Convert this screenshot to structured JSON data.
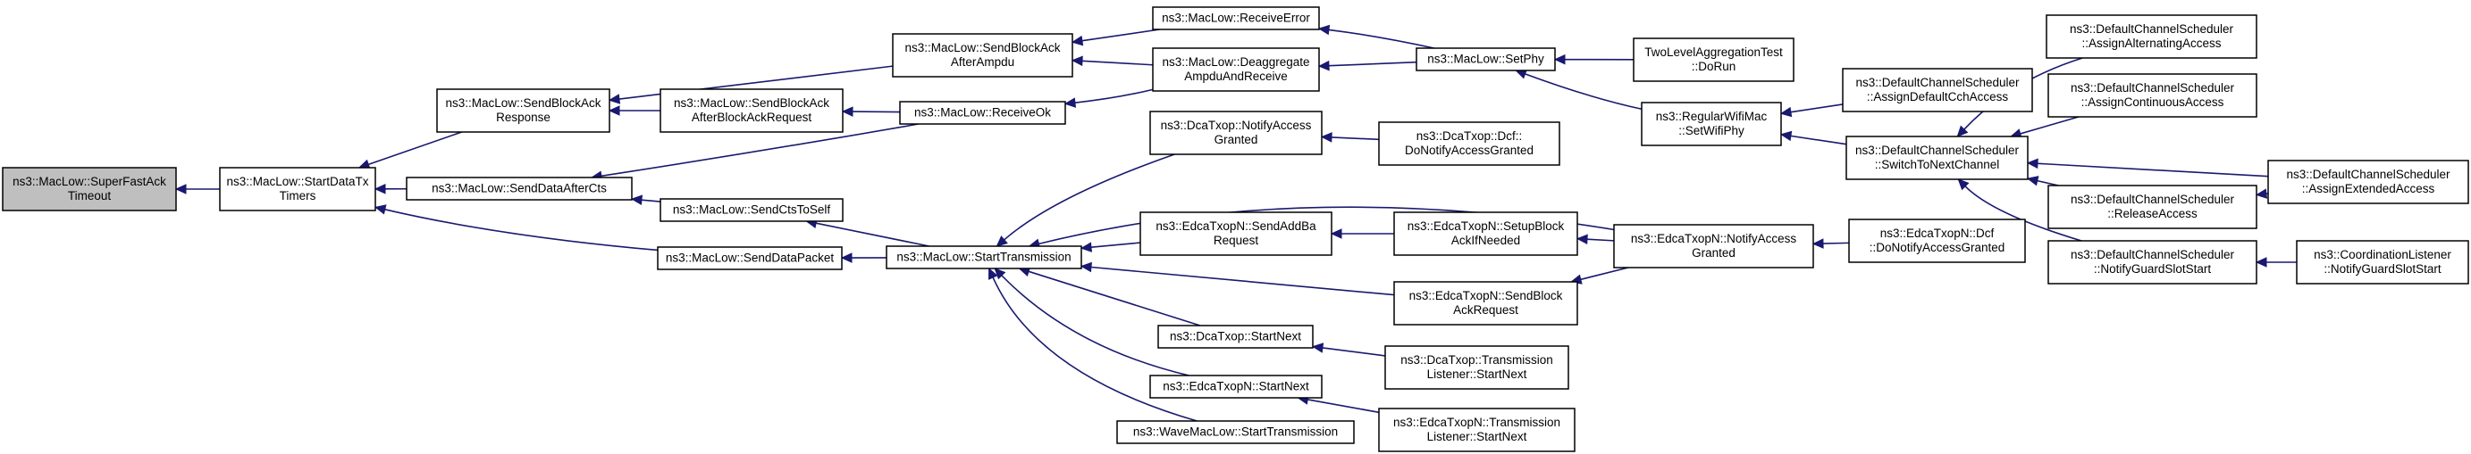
{
  "graph": {
    "edge_color": "#191970",
    "root_fill": "#bfbfbf",
    "nodes": [
      {
        "id": "superfastack",
        "lines": [
          "ns3::MacLow::SuperFastAck",
          "Timeout"
        ],
        "root": true
      },
      {
        "id": "startdatatx",
        "lines": [
          "ns3::MacLow::StartDataTx",
          "Timers"
        ]
      },
      {
        "id": "sendblockackresp",
        "lines": [
          "ns3::MacLow::SendBlockAck",
          "Response"
        ]
      },
      {
        "id": "senddataaftercts",
        "lines": [
          "ns3::MacLow::SendDataAfterCts"
        ]
      },
      {
        "id": "senddatapacket",
        "lines": [
          "ns3::MacLow::SendDataPacket"
        ]
      },
      {
        "id": "sendblockackafterampdu",
        "lines": [
          "ns3::MacLow::SendBlockAck",
          "AfterAmpdu"
        ]
      },
      {
        "id": "sendblockackafterbar",
        "lines": [
          "ns3::MacLow::SendBlockAck",
          "AfterBlockAckRequest"
        ]
      },
      {
        "id": "sendctstoself",
        "lines": [
          "ns3::MacLow::SendCtsToSelf"
        ]
      },
      {
        "id": "starttransmission",
        "lines": [
          "ns3::MacLow::StartTransmission"
        ]
      },
      {
        "id": "receiveerror",
        "lines": [
          "ns3::MacLow::ReceiveError"
        ]
      },
      {
        "id": "deaggregate",
        "lines": [
          "ns3::MacLow::Deaggregate",
          "AmpduAndReceive"
        ]
      },
      {
        "id": "receiveok",
        "lines": [
          "ns3::MacLow::ReceiveOk"
        ]
      },
      {
        "id": "dcanotify",
        "lines": [
          "ns3::DcaTxop::NotifyAccess",
          "Granted"
        ]
      },
      {
        "id": "edcasendaddba",
        "lines": [
          "ns3::EdcaTxopN::SendAddBa",
          "Request"
        ]
      },
      {
        "id": "dcastartnext",
        "lines": [
          "ns3::DcaTxop::StartNext"
        ]
      },
      {
        "id": "edcastartnext",
        "lines": [
          "ns3::EdcaTxopN::StartNext"
        ]
      },
      {
        "id": "wavestarttx",
        "lines": [
          "ns3::WaveMacLow::StartTransmission"
        ]
      },
      {
        "id": "setphy",
        "lines": [
          "ns3::MacLow::SetPhy"
        ]
      },
      {
        "id": "dcfdonotify",
        "lines": [
          "ns3::DcaTxop::Dcf::",
          "DoNotifyAccessGranted"
        ]
      },
      {
        "id": "setupblockack",
        "lines": [
          "ns3::EdcaTxopN::SetupBlock",
          "AckIfNeeded"
        ]
      },
      {
        "id": "edcasendbar",
        "lines": [
          "ns3::EdcaTxopN::SendBlock",
          "AckRequest"
        ]
      },
      {
        "id": "dcalistener",
        "lines": [
          "ns3::DcaTxop::Transmission",
          "Listener::StartNext"
        ]
      },
      {
        "id": "edcalistener",
        "lines": [
          "ns3::EdcaTxopN::Transmission",
          "Listener::StartNext"
        ]
      },
      {
        "id": "twolevel",
        "lines": [
          "TwoLevelAggregationTest",
          "::DoRun"
        ]
      },
      {
        "id": "regularsetwifiphy",
        "lines": [
          "ns3::RegularWifiMac",
          "::SetWifiPhy"
        ]
      },
      {
        "id": "edcanotify",
        "lines": [
          "ns3::EdcaTxopN::NotifyAccess",
          "Granted"
        ]
      },
      {
        "id": "edcadcfdonotify",
        "lines": [
          "ns3::EdcaTxopN::Dcf",
          "::DoNotifyAccessGranted"
        ]
      },
      {
        "id": "assigndefaultcch",
        "lines": [
          "ns3::DefaultChannelScheduler",
          "::AssignDefaultCchAccess"
        ]
      },
      {
        "id": "switchtonext",
        "lines": [
          "ns3::DefaultChannelScheduler",
          "::SwitchToNextChannel"
        ]
      },
      {
        "id": "assignalternating",
        "lines": [
          "ns3::DefaultChannelScheduler",
          "::AssignAlternatingAccess"
        ]
      },
      {
        "id": "assigncontinuous",
        "lines": [
          "ns3::DefaultChannelScheduler",
          "::AssignContinuousAccess"
        ]
      },
      {
        "id": "releaseaccess",
        "lines": [
          "ns3::DefaultChannelScheduler",
          "::ReleaseAccess"
        ]
      },
      {
        "id": "notifyguardslot",
        "lines": [
          "ns3::DefaultChannelScheduler",
          "::NotifyGuardSlotStart"
        ]
      },
      {
        "id": "assignextended",
        "lines": [
          "ns3::DefaultChannelScheduler",
          "::AssignExtendedAccess"
        ]
      },
      {
        "id": "coordnotify",
        "lines": [
          "ns3::CoordinationListener",
          "::NotifyGuardSlotStart"
        ]
      }
    ],
    "edges": [
      {
        "from": "startdatatx",
        "to": "superfastack"
      },
      {
        "from": "sendblockackresp",
        "to": "startdatatx"
      },
      {
        "from": "senddataaftercts",
        "to": "startdatatx"
      },
      {
        "from": "senddatapacket",
        "to": "startdatatx"
      },
      {
        "from": "sendblockackafterampdu",
        "to": "sendblockackresp"
      },
      {
        "from": "sendblockackafterbar",
        "to": "sendblockackresp"
      },
      {
        "from": "receiveok",
        "to": "senddataaftercts"
      },
      {
        "from": "sendctstoself",
        "to": "senddataaftercts"
      },
      {
        "from": "starttransmission",
        "to": "senddatapacket"
      },
      {
        "from": "starttransmission",
        "to": "sendctstoself"
      },
      {
        "from": "receiveerror",
        "to": "sendblockackafterampdu"
      },
      {
        "from": "deaggregate",
        "to": "sendblockackafterampdu"
      },
      {
        "from": "receiveok",
        "to": "sendblockackafterbar"
      },
      {
        "from": "deaggregate",
        "to": "receiveok"
      },
      {
        "from": "setphy",
        "to": "receiveerror"
      },
      {
        "from": "setphy",
        "to": "deaggregate"
      },
      {
        "from": "dcanotify",
        "to": "starttransmission"
      },
      {
        "from": "edcasendaddba",
        "to": "starttransmission"
      },
      {
        "from": "edcasendbar",
        "to": "starttransmission"
      },
      {
        "from": "dcastartnext",
        "to": "starttransmission"
      },
      {
        "from": "edcastartnext",
        "to": "starttransmission"
      },
      {
        "from": "wavestarttx",
        "to": "starttransmission"
      },
      {
        "from": "edcanotify",
        "to": "starttransmission"
      },
      {
        "from": "dcfdonotify",
        "to": "dcanotify"
      },
      {
        "from": "setupblockack",
        "to": "edcasendaddba"
      },
      {
        "from": "dcalistener",
        "to": "dcastartnext"
      },
      {
        "from": "edcalistener",
        "to": "edcastartnext"
      },
      {
        "from": "twolevel",
        "to": "setphy"
      },
      {
        "from": "regularsetwifiphy",
        "to": "setphy"
      },
      {
        "from": "edcanotify",
        "to": "setupblockack"
      },
      {
        "from": "edcanotify",
        "to": "edcasendbar"
      },
      {
        "from": "edcadcfdonotify",
        "to": "edcanotify"
      },
      {
        "from": "assigndefaultcch",
        "to": "regularsetwifiphy"
      },
      {
        "from": "switchtonext",
        "to": "regularsetwifiphy"
      },
      {
        "from": "assignalternating",
        "to": "switchtonext"
      },
      {
        "from": "assigncontinuous",
        "to": "switchtonext"
      },
      {
        "from": "releaseaccess",
        "to": "switchtonext"
      },
      {
        "from": "notifyguardslot",
        "to": "switchtonext"
      },
      {
        "from": "assignextended",
        "to": "switchtonext"
      },
      {
        "from": "assignextended",
        "to": "releaseaccess"
      },
      {
        "from": "coordnotify",
        "to": "notifyguardslot"
      }
    ]
  }
}
